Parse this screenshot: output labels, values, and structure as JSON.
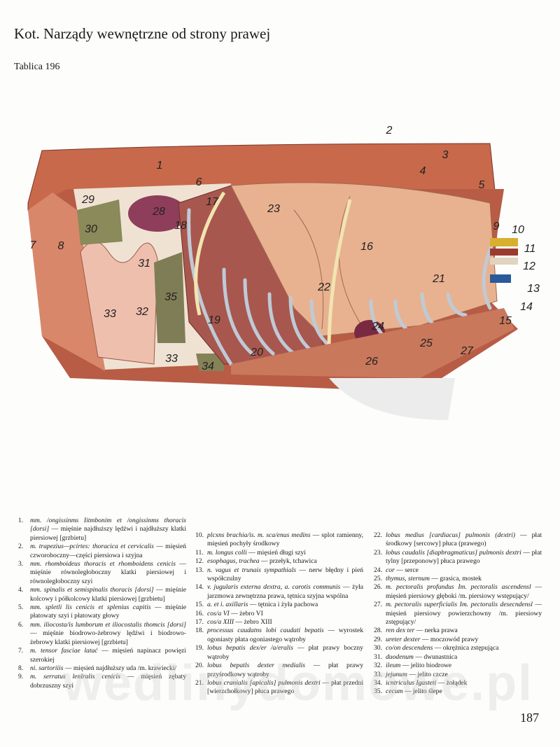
{
  "title": "Kot. Narządy wewnętrzne od strony prawej",
  "subtitle": "Tablica 196",
  "page_number": "187",
  "watermark": "wedlinydomowe.pl",
  "figure_labels": [
    "1",
    "2",
    "3",
    "4",
    "5",
    "6",
    "7",
    "8",
    "9",
    "10",
    "11",
    "12",
    "13",
    "14",
    "15",
    "16",
    "17",
    "18",
    "19",
    "20",
    "21",
    "22",
    "23",
    "24",
    "25",
    "26",
    "27",
    "28",
    "29",
    "30",
    "31",
    "32",
    "33",
    "33",
    "34",
    "35"
  ],
  "legend": {
    "col1": [
      {
        "num": "1.",
        "latin": "mm. /ongissinms Iitmbonim et /ongissinms thoracis [dorsi]",
        "polish": " — mięśnie najdłuższy lędźwi i najdłuższy klatki piersiowej [grzbietu]"
      },
      {
        "num": "2.",
        "latin": "m. trapezius—pcirtes: thoracica et cervicalis",
        "polish": " — mięsień czworoboczny—części piersiowa i szyjna"
      },
      {
        "num": "3.",
        "latin": "mm. rhomboideus thoracis et rhomboidens cenicis",
        "polish": " — mięśnie równoległoboczny klatki piersiowej i równoległoboczny szyi"
      },
      {
        "num": "4.",
        "latin": "mm. spinalis et semispinalis thoracis [dorsi]",
        "polish": " — mięśnie kolcowy i półkolcowy klatki piersiowej [grzbietu]"
      },
      {
        "num": "5.",
        "latin": "mm. spletli lis cenicis et splenius capitis",
        "polish": " — mięśnie płatowaty szyi i płatowaty głowy"
      },
      {
        "num": "6.",
        "latin": "mm. iliocosta/is lumborum et iliocostalis thomcis [dorsi]",
        "polish": " — mięśnie biodrowo-żebrowy lędźwi i biodrowo-żebrowy klatki piersiowej [grzbietu]"
      },
      {
        "num": "7.",
        "latin": "m. tensor fasciae latać",
        "polish": " — mięsień napinacz powięzi szerokiej"
      },
      {
        "num": "8.",
        "latin": "ni. sartoriiis",
        "polish": " — mięsień najdłuższy uda /m. krawiecki/"
      },
      {
        "num": "9.",
        "latin": "m. serratus lenlralis cenicis",
        "polish": " — mięsień zębaty dobrzuszny szyi"
      }
    ],
    "col2": [
      {
        "num": "10.",
        "latin": "plcxns brachia/is. m. sca/enus medins",
        "polish": " — splot ramienny, mięsień pochyły środkowy"
      },
      {
        "num": "11.",
        "latin": "m. longus colli",
        "polish": " — mięsień długi szyi"
      },
      {
        "num": "12.",
        "latin": "esophagus, trachea",
        "polish": " — przełyk, tchawica"
      },
      {
        "num": "13.",
        "latin": "n. vagus et trunais sympathials",
        "polish": " — nerw błędny i pień współczulny"
      },
      {
        "num": "14.",
        "latin": "v. jugularis externa dextra, a. carotis communis",
        "polish": " — żyła jarzmowa zewnętrzna prawa, tętnica szyjna wspólna"
      },
      {
        "num": "15.",
        "latin": "a. et i. axillaris",
        "polish": " — tętnica i żyła pachowa"
      },
      {
        "num": "16.",
        "latin": "cos/a VI",
        "polish": " — żebro VI"
      },
      {
        "num": "17.",
        "latin": "cos/a XIII",
        "polish": " — żebro XIII"
      },
      {
        "num": "18.",
        "latin": "processus caudatns lobi caudati bepatis",
        "polish": " — wyrostek ogoniasty płata ogoniastego wątroby"
      },
      {
        "num": "19.",
        "latin": "lobus bepatis dex/er /a/eralis",
        "polish": " — płat prawy boczny wątroby"
      },
      {
        "num": "20.",
        "latin": "lobus bepatls dexter medialis",
        "polish": " — płat prawy przyśrodkowy wątroby"
      },
      {
        "num": "21.",
        "latin": "lobus cranialis [apicalis] pulmonis dextri",
        "polish": " — płat przedni [wierzchołkowy] płuca prawego"
      }
    ],
    "col3": [
      {
        "num": "22.",
        "latin": "lobus medius [cardiacus] pulmonis (dextri)",
        "polish": " — płat środkowy [sercowy] płuca (prawego)"
      },
      {
        "num": "23.",
        "latin": "lobus caudalis [diapbragmaticus] pulmonis dextri",
        "polish": " — płat tylny [przeponowy] płuca prawego"
      },
      {
        "num": "24.",
        "latin": "cor",
        "polish": " — serce"
      },
      {
        "num": "25.",
        "latin": "thymus, sternum",
        "polish": " — grasica, mostek"
      },
      {
        "num": "26.",
        "latin": "m. pectoralis profundus Im. pectoralis ascendensl",
        "polish": " — mięsień piersiowy głęboki /m. piersiowy wstępujący/"
      },
      {
        "num": "27.",
        "latin": "m. pectoralis superficialis Im. pectoralis desecndensl",
        "polish": " — mięsień piersiowy powierzchowny /m. piersiowy zstępujący/"
      },
      {
        "num": "28.",
        "latin": "ren dex ter",
        "polish": " — nerka prawa"
      },
      {
        "num": "29.",
        "latin": "ureter dexter",
        "polish": " — moczowód prawy"
      },
      {
        "num": "30.",
        "latin": "co/on descendens",
        "polish": " — okrężnica zstępująca"
      },
      {
        "num": "31.",
        "latin": "duodenum",
        "polish": " — dwunastnica"
      },
      {
        "num": "32.",
        "latin": "ileum",
        "polish": " — jelito biodrowe"
      },
      {
        "num": "33.",
        "latin": "jejunum",
        "polish": " — jelito czcze"
      },
      {
        "num": "34.",
        "latin": "icntriculus Igasteti",
        "polish": " — żołądek"
      },
      {
        "num": "35.",
        "latin": "cecum",
        "polish": " — jelito ślepe"
      }
    ]
  }
}
